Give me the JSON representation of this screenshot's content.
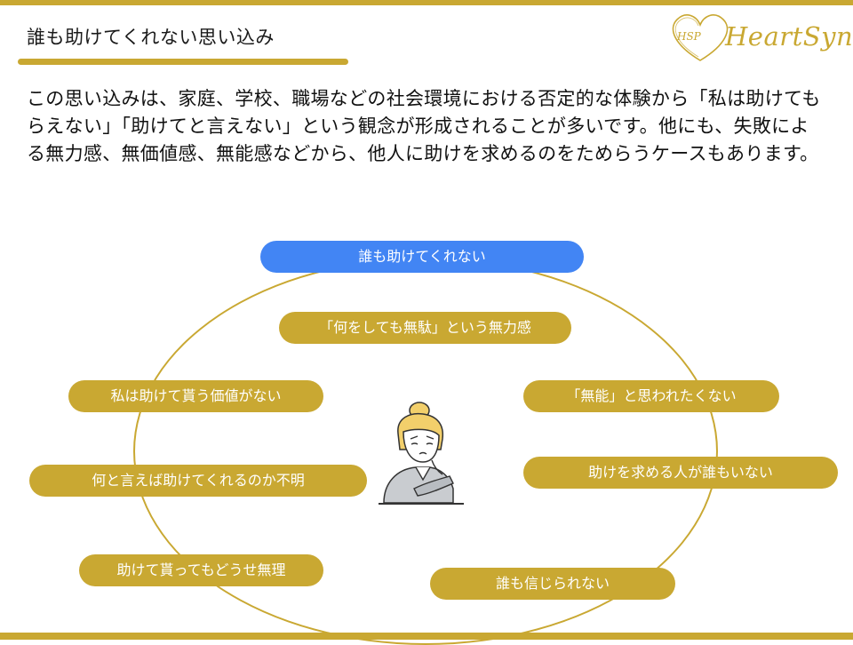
{
  "slide": {
    "title": "誰も助けてくれない思い込み",
    "intro": "この思い込みは、家庭、学校、職場などの社会環境における否定的な体験から「私は助けてもらえない」「助けてと言えない」という観念が形成されることが多いです。他にも、失敗による無力感、無価値感、無能感などから、他人に助けを求めるのをためらうケースもあります。"
  },
  "logo": {
    "text": "HeartSync",
    "monogram": "HSP"
  },
  "diagram": {
    "center": "誰も助けてくれない",
    "items": [
      "「何をしても無駄」という無力感",
      "私は助けて貰う価値がない",
      "「無能」と思われたくない",
      "何と言えば助けてくれるのか不明",
      "助けを求める人が誰もいない",
      "助けて貰ってもどうせ無理",
      "誰も信じられない"
    ]
  },
  "colors": {
    "accent": "#c9a832",
    "center_pill": "#4285f4"
  },
  "icons": {
    "figure": "worried-person-icon",
    "logo": "heart-logo-icon"
  }
}
